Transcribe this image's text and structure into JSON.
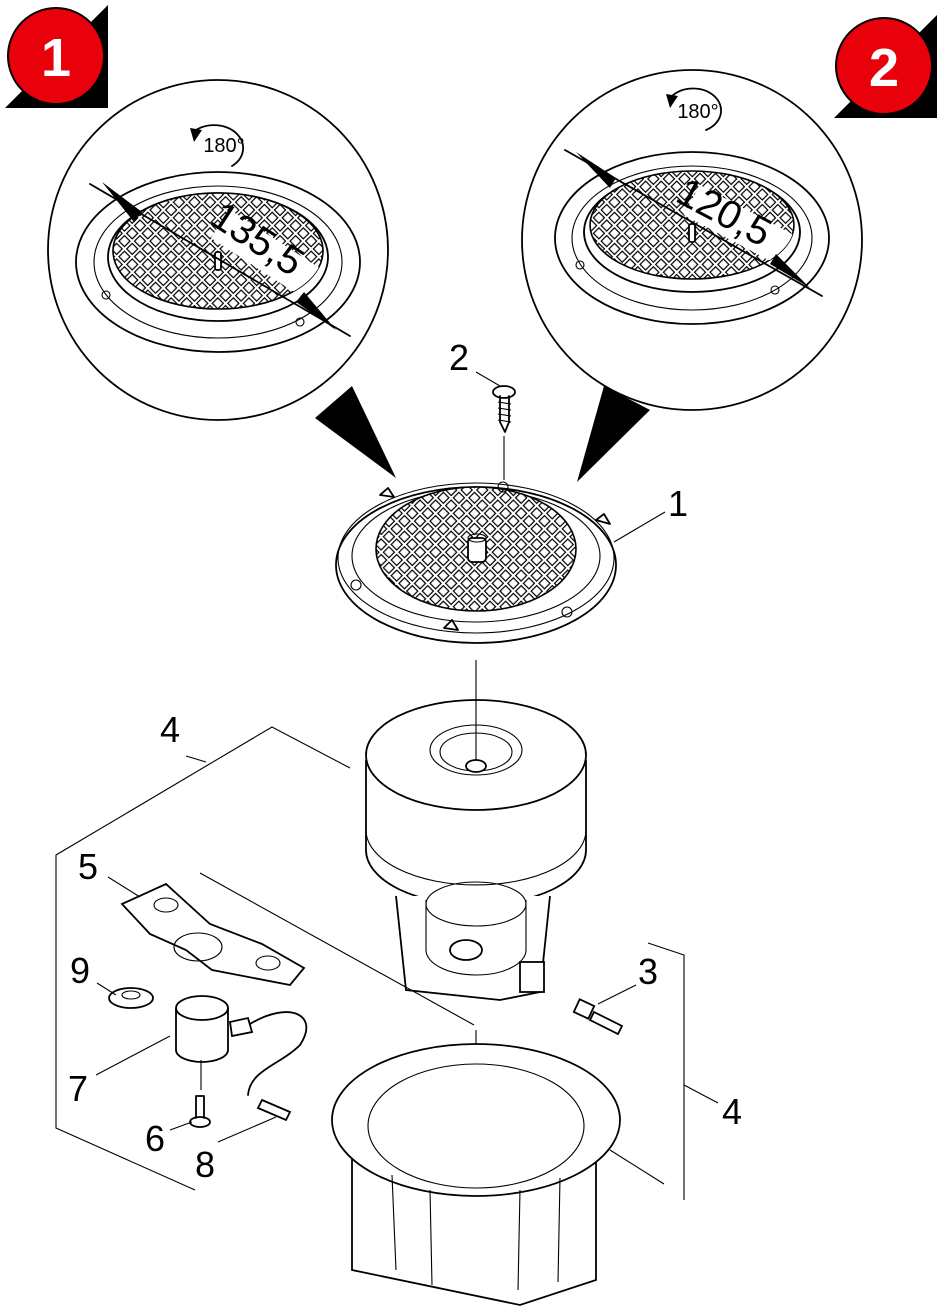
{
  "badges": {
    "left": "1",
    "right": "2"
  },
  "detail_left": {
    "rotation_label": "180°",
    "dimension": "135,5"
  },
  "detail_right": {
    "rotation_label": "180°",
    "dimension": "120,5"
  },
  "callouts": {
    "c1": "1",
    "c2": "2",
    "c3": "3",
    "c4_left": "4",
    "c4_right": "4",
    "c5": "5",
    "c6": "6",
    "c7": "7",
    "c8": "8",
    "c9": "9"
  },
  "colors": {
    "badge_red": "#e8000b",
    "line": "#000000",
    "background": "#ffffff"
  }
}
